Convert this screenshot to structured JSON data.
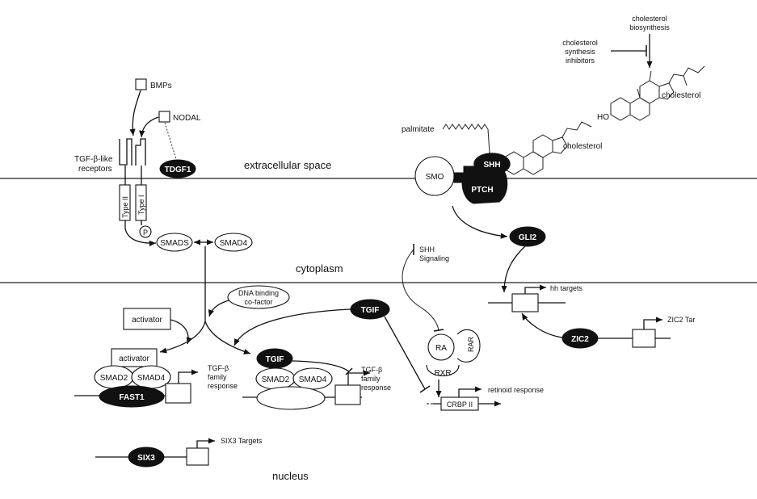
{
  "regions": {
    "extracellular": "extracellular space",
    "cytoplasm": "cytoplasm",
    "nucleus": "nucleus"
  },
  "tgf_pathway": {
    "bmps": "BMPs",
    "nodal": "NODAL",
    "receptors_line1": "TGF-β-like",
    "receptors_line2": "receptors",
    "tdgf1": "TDGF1",
    "type_ii": "Type II",
    "type_i": "Type I",
    "phospho": "P",
    "smads": "SMADS",
    "smad4": "SMAD4",
    "dna_binding_line1": "DNA binding",
    "dna_binding_line2": "co-factor",
    "activator_top": "activator",
    "activator_bound": "activator",
    "smad2_a": "SMAD2",
    "smad4_a": "SMAD4",
    "fast1": "FAST1",
    "response_a_line1": "TGF-β",
    "response_a_line2": "family",
    "response_a_line3": "response",
    "tgif_top": "TGIF",
    "tgif_bound": "TGIF",
    "smad2_b": "SMAD2",
    "smad4_b": "SMAD4",
    "response_b_line1": "TGF-β",
    "response_b_line2": "family",
    "response_b_line3": "response",
    "six3": "SIX3",
    "six3_targets": "SIX3 Targets"
  },
  "shh_pathway": {
    "cholesterol_biosynthesis_line1": "cholesterol",
    "cholesterol_biosynthesis_line2": "biosynthesis",
    "inhibitors_line1": "cholesterol",
    "inhibitors_line2": "synthesis",
    "inhibitors_line3": "inhibitors",
    "ho": "HO",
    "cholesterol_molecule": "cholesterol",
    "palmitate": "palmitate",
    "cholesterol_shh": "cholesterol",
    "smo": "SMO",
    "shh": "SHH",
    "ptch": "PTCH",
    "gli2": "GLI2",
    "shh_signaling_line1": "SHH",
    "shh_signaling_line2": "Signaling",
    "hh_targets": "hh targets",
    "zic2": "ZIC2",
    "zic2_targets": "ZIC2 Tar",
    "ra": "RA",
    "rar": "RAR",
    "rxr": "RXR",
    "crbp": "CRBP II",
    "retinoid_response": "retinoid response"
  }
}
